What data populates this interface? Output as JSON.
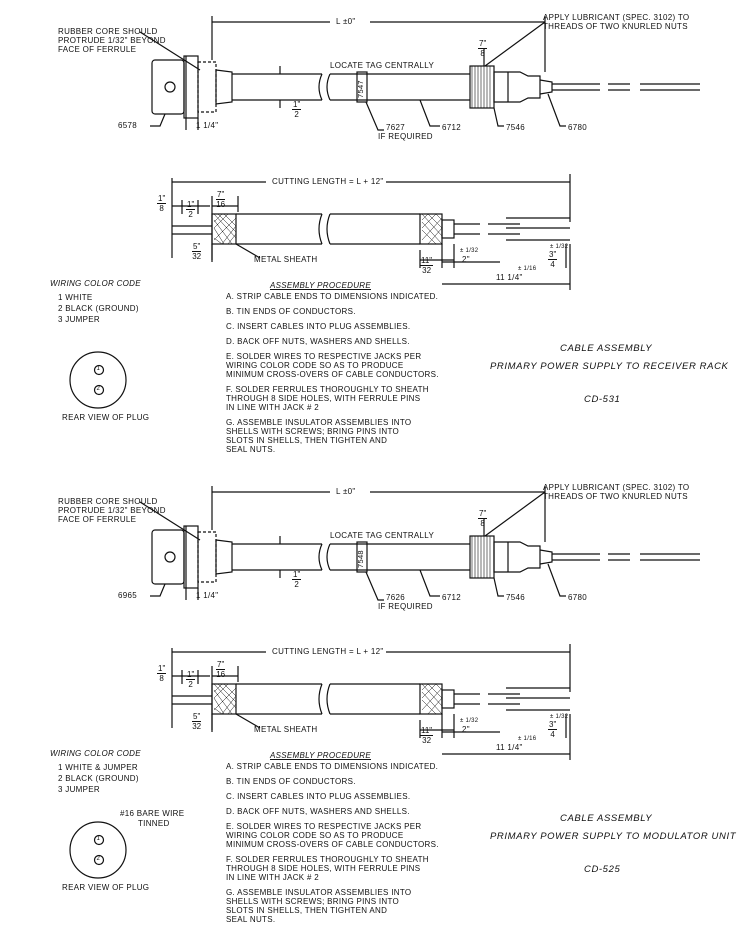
{
  "assemblies": [
    {
      "top": {
        "rubber_core_note": [
          "RUBBER CORE SHOULD",
          "PROTRUDE 1/32\" BEYOND",
          "FACE OF FERRULE"
        ],
        "length_label": "L ±0\"",
        "lubricant_note": [
          "APPLY LUBRICANT (SPEC. 3102) TO",
          "THREADS OF TWO KNURLED NUTS"
        ],
        "locate_tag": "LOCATE TAG CENTRALLY",
        "dim_seven_eighths": {
          "n": "7\"",
          "d": "8"
        },
        "dim_half": {
          "n": "1\"",
          "d": "2"
        },
        "dim_quarter": "1 1/4\"",
        "tag_number": "7547",
        "part_plug": "6578",
        "part_tag": "7627",
        "if_required": "IF REQUIRED",
        "part_cable": "6712",
        "part_nut": "7546",
        "part_connector": "6780"
      },
      "cutting": {
        "cutting_length": "CUTTING LENGTH = L + 12\"",
        "dim_eighth": {
          "n": "1\"",
          "d": "8"
        },
        "dim_half": {
          "n": "1\"",
          "d": "2"
        },
        "dim_seven_sixteenths": {
          "n": "7\"",
          "d": "16"
        },
        "dim_five_32": {
          "n": "5\"",
          "d": "32"
        },
        "metal_sheath": "METAL SHEATH",
        "dim_eleven_32": {
          "n": "11\"",
          "d": "32"
        },
        "dim_two": "2\"",
        "tol_2": "± 1/32",
        "dim_three_quarters": {
          "n": "3\"",
          "d": "4"
        },
        "tol_34": "± 1/32",
        "dim_eleven_quarter": "11 1/4\"",
        "tol_11": "± 1/16"
      },
      "wiring": {
        "title": "WIRING COLOR CODE",
        "items": [
          "1  WHITE",
          "2  BLACK (GROUND)",
          "3  JUMPER"
        ],
        "bare_wire_note": [
          "",
          ""
        ],
        "plug_label": "REAR VIEW OF PLUG"
      },
      "procedure": {
        "title": "ASSEMBLY PROCEDURE",
        "steps": [
          [
            "A. STRIP CABLE ENDS TO DIMENSIONS INDICATED."
          ],
          [
            "B. TIN ENDS OF CONDUCTORS."
          ],
          [
            "C. INSERT CABLES INTO PLUG ASSEMBLIES."
          ],
          [
            "D. BACK OFF NUTS, WASHERS AND SHELLS."
          ],
          [
            "E. SOLDER WIRES TO RESPECTIVE JACKS PER",
            "    WIRING COLOR CODE SO AS TO PRODUCE",
            "    MINIMUM CROSS-OVERS OF CABLE CONDUCTORS."
          ],
          [
            "F. SOLDER FERRULES THOROUGHLY TO SHEATH",
            "    THROUGH 8 SIDE HOLES, WITH FERRULE PINS",
            "    IN LINE WITH JACK # 2"
          ],
          [
            "G. ASSEMBLE INSULATOR ASSEMBLIES INTO",
            "    SHELLS WITH SCREWS; BRING PINS INTO",
            "    SLOTS IN SHELLS, THEN TIGHTEN AND",
            "    SEAL NUTS."
          ]
        ]
      },
      "sheet": {
        "title": "CABLE ASSEMBLY",
        "subtitle": "PRIMARY POWER SUPPLY TO RECEIVER RACK",
        "number": "CD-531"
      }
    },
    {
      "top": {
        "rubber_core_note": [
          "RUBBER CORE SHOULD",
          "PROTRUDE 1/32\" BEYOND",
          "FACE OF FERRULE"
        ],
        "length_label": "L ±0\"",
        "lubricant_note": [
          "APPLY LUBRICANT (SPEC. 3102) TO",
          "THREADS OF TWO KNURLED NUTS"
        ],
        "locate_tag": "LOCATE TAG CENTRALLY",
        "dim_seven_eighths": {
          "n": "7\"",
          "d": "8"
        },
        "dim_half": {
          "n": "1\"",
          "d": "2"
        },
        "dim_quarter": "1 1/4\"",
        "tag_number": "7548",
        "part_plug": "6965",
        "part_tag": "7626",
        "if_required": "IF REQUIRED",
        "part_cable": "6712",
        "part_nut": "7546",
        "part_connector": "6780"
      },
      "cutting": {
        "cutting_length": "CUTTING LENGTH = L + 12\"",
        "dim_eighth": {
          "n": "1\"",
          "d": "8"
        },
        "dim_half": {
          "n": "1\"",
          "d": "2"
        },
        "dim_seven_sixteenths": {
          "n": "7\"",
          "d": "16"
        },
        "dim_five_32": {
          "n": "5\"",
          "d": "32"
        },
        "metal_sheath": "METAL SHEATH",
        "dim_eleven_32": {
          "n": "11\"",
          "d": "32"
        },
        "dim_two": "2\"",
        "tol_2": "± 1/32",
        "dim_three_quarters": {
          "n": "3\"",
          "d": "4"
        },
        "tol_34": "± 1/32",
        "dim_eleven_quarter": "11 1/4\"",
        "tol_11": "± 1/16"
      },
      "wiring": {
        "title": "WIRING COLOR CODE",
        "items": [
          "1  WHITE & JUMPER",
          "2  BLACK (GROUND)",
          "3  JUMPER"
        ],
        "bare_wire_note": [
          "#16 BARE WIRE",
          "TINNED"
        ],
        "plug_label": "REAR VIEW OF PLUG"
      },
      "procedure": {
        "title": "ASSEMBLY PROCEDURE",
        "steps": [
          [
            "A. STRIP CABLE ENDS TO DIMENSIONS INDICATED."
          ],
          [
            "B. TIN ENDS OF CONDUCTORS."
          ],
          [
            "C. INSERT CABLES INTO PLUG ASSEMBLIES."
          ],
          [
            "D. BACK OFF NUTS, WASHERS AND SHELLS."
          ],
          [
            "E. SOLDER WIRES TO RESPECTIVE JACKS PER",
            "    WIRING COLOR CODE SO AS TO PRODUCE",
            "    MINIMUM CROSS-OVERS OF CABLE CONDUCTORS."
          ],
          [
            "F. SOLDER FERRULES THOROUGHLY TO SHEATH",
            "    THROUGH 8 SIDE HOLES, WITH FERRULE PINS",
            "    IN LINE WITH JACK # 2"
          ],
          [
            "G. ASSEMBLE INSULATOR ASSEMBLIES INTO",
            "    SHELLS WITH SCREWS; BRING PINS INTO",
            "    SLOTS IN SHELLS, THEN TIGHTEN AND",
            "    SEAL NUTS."
          ]
        ]
      },
      "sheet": {
        "title": "CABLE ASSEMBLY",
        "subtitle": "PRIMARY POWER SUPPLY TO MODULATOR UNIT",
        "number": "CD-525"
      }
    }
  ]
}
